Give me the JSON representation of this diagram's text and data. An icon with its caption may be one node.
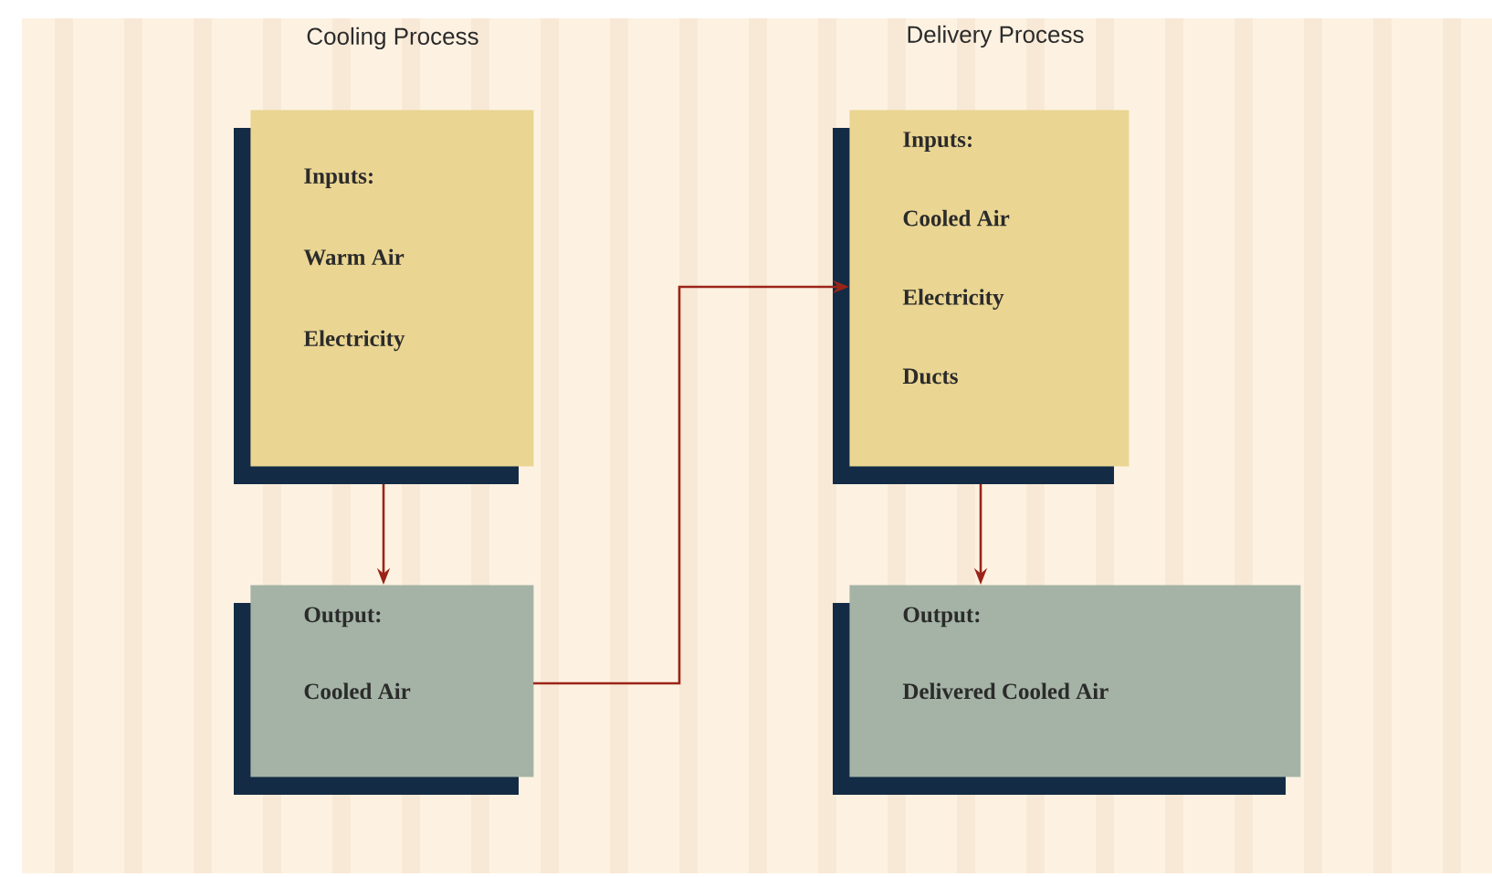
{
  "diagram": {
    "nodes": [
      {
        "text": [
          "Inputs:",
          "Warm Air",
          "Electricity"
        ]
      },
      {
        "text": [
          "Output:",
          "Cooled Air"
        ]
      },
      {
        "text": [
          "Inputs:",
          "Cooled Air",
          "Electricity",
          "Ducts"
        ]
      },
      {
        "text": [
          "Output:",
          "Delivered Cooled Air"
        ]
      }
    ],
    "edges": [
      {
        "from": 0,
        "to": 1,
        "arrow": "to"
      },
      {
        "from": 1,
        "to": 2,
        "arrow": "to"
      },
      {
        "from": 2,
        "to": 3,
        "arrow": "to"
      }
    ],
    "labels": [
      "Cooling Process",
      "Delivery Process"
    ]
  }
}
